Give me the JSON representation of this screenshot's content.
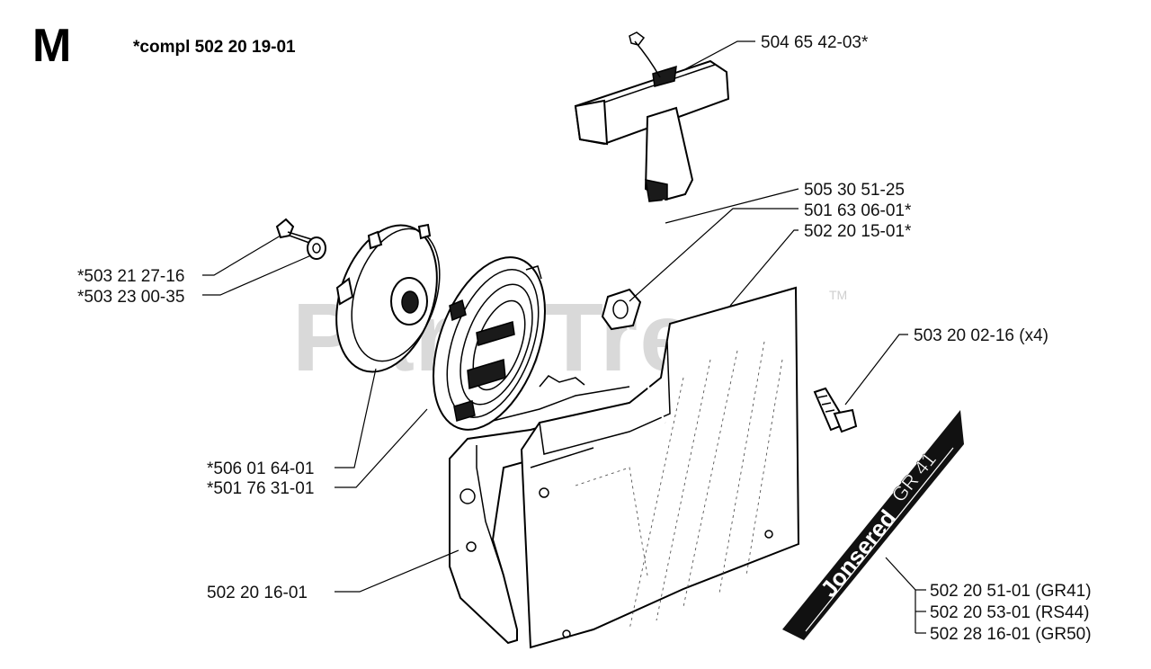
{
  "section_letter": "M",
  "kit_note": "*compl 502 20 19-01",
  "watermark": "PartsTree",
  "trademark": "TM",
  "decal_text": {
    "brand": "Jonsered",
    "model": "GR 41"
  },
  "callouts": [
    {
      "id": "starter-handle",
      "label": "504 65 42-03*"
    },
    {
      "id": "starter-rope",
      "label": "505 30 51-25"
    },
    {
      "id": "rope-guide",
      "label": "501 63 06-01*"
    },
    {
      "id": "starter-housing",
      "label": "502 20 15-01*"
    },
    {
      "id": "housing-screw",
      "label": "503 20 02-16 (x4)"
    },
    {
      "id": "center-screw",
      "label": "*503 21 27-16"
    },
    {
      "id": "washer",
      "label": "*503 23 00-35"
    },
    {
      "id": "rope-pulley",
      "label": "*506 01 64-01"
    },
    {
      "id": "recoil-spring",
      "label": "*501 76 31-01"
    },
    {
      "id": "cover-plate",
      "label": "502 20 16-01"
    },
    {
      "id": "decal-gr41",
      "label": "502 20 51-01 (GR41)"
    },
    {
      "id": "decal-rs44",
      "label": "502 20 53-01 (RS44)"
    },
    {
      "id": "decal-gr50",
      "label": "502 28 16-01 (GR50)"
    }
  ]
}
